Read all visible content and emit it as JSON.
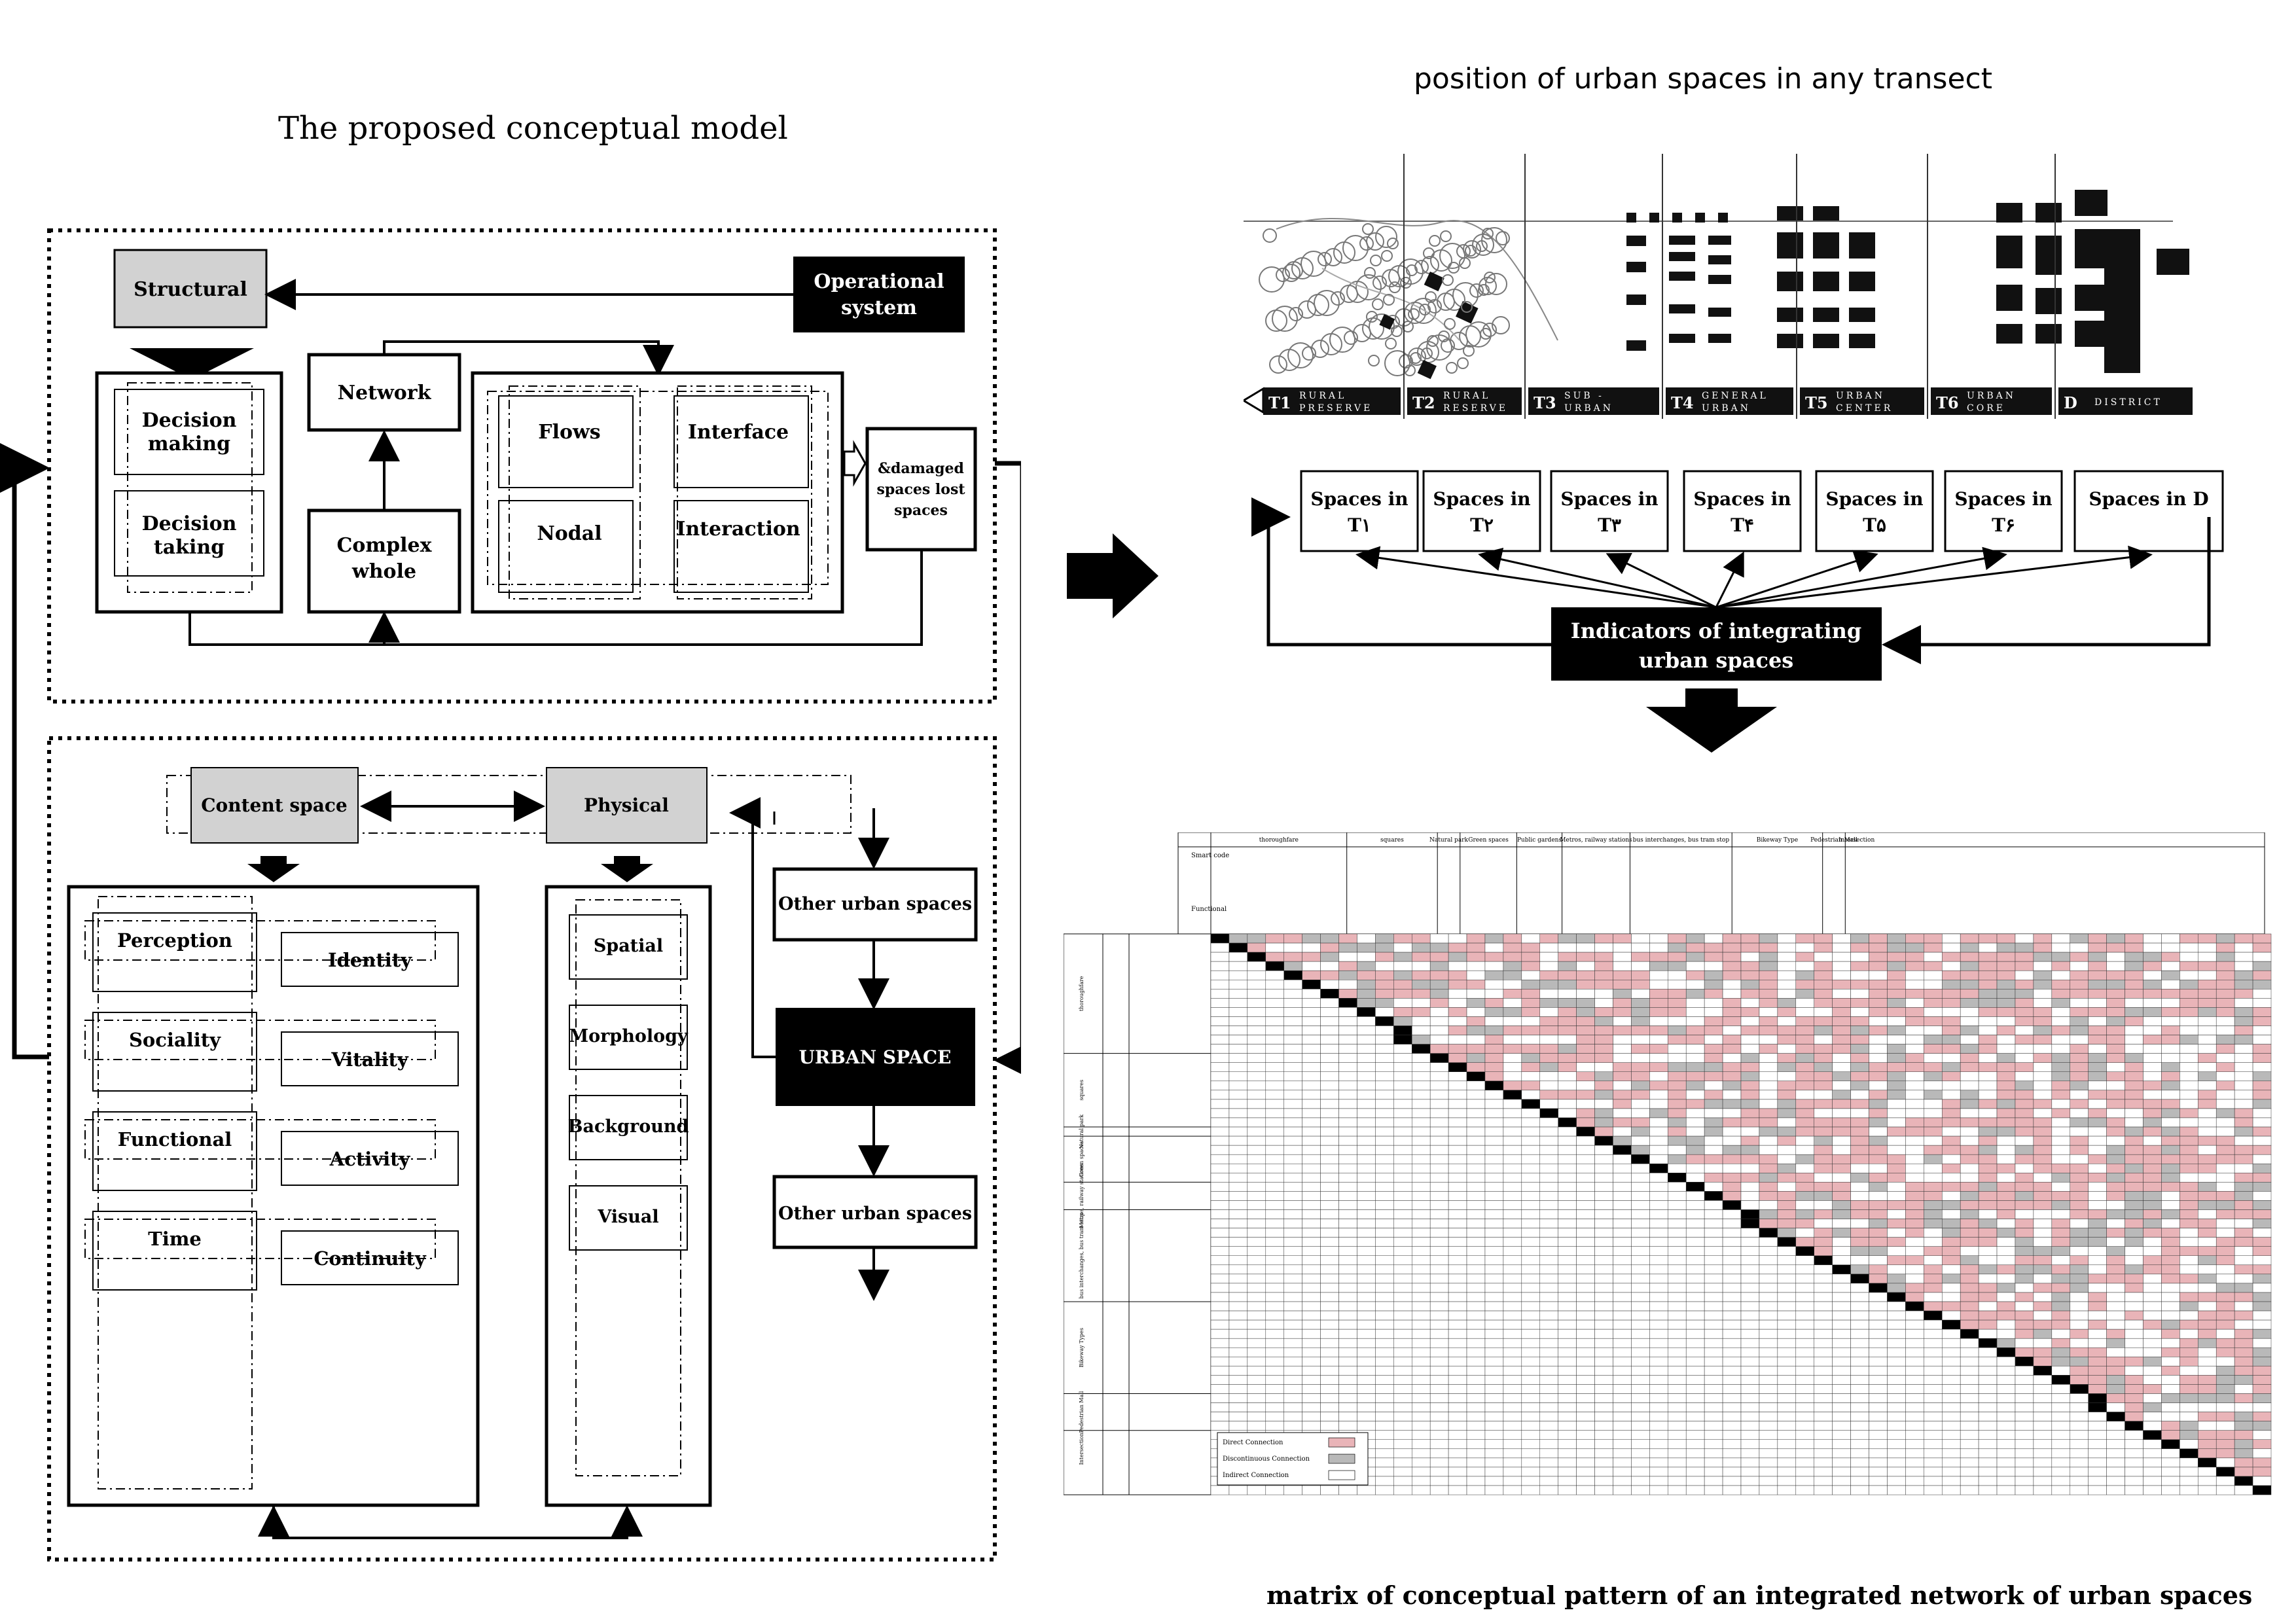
{
  "left": {
    "title": "The proposed conceptual model",
    "top": {
      "structural": "Structural",
      "operational": [
        "Operational",
        "system"
      ],
      "decision_making": [
        "Decision",
        "making"
      ],
      "decision_taking": [
        "Decision",
        "taking"
      ],
      "network": "Network",
      "complex_whole": [
        "Complex",
        "whole"
      ],
      "flows": "Flows",
      "interface": "Interface",
      "nodal": "Nodal",
      "interaction": "Interaction",
      "lost_spaces": [
        "&damaged",
        "spaces lost",
        "spaces"
      ]
    },
    "bottom": {
      "content_space": "Content space",
      "physical": "Physical",
      "content_items": [
        {
          "left": "Perception",
          "right": "Identity"
        },
        {
          "left": "Sociality",
          "right": "Vitality"
        },
        {
          "left": "Functional",
          "right": "Activity"
        },
        {
          "left": "Time",
          "right": "Continuity"
        }
      ],
      "physical_items": [
        "Spatial",
        "Morphology",
        "Background",
        "Visual"
      ],
      "other_urban_top": "Other urban spaces",
      "urban_space": "URBAN SPACE",
      "other_urban_bottom": "Other urban spaces"
    }
  },
  "right": {
    "title": "position of urban spaces in any transect",
    "transect_labels": [
      {
        "code": "T1",
        "l1": "RURAL",
        "l2": "PRESERVE"
      },
      {
        "code": "T2",
        "l1": "RURAL",
        "l2": "RESERVE"
      },
      {
        "code": "T3",
        "l1": "SUB -",
        "l2": "URBAN"
      },
      {
        "code": "T4",
        "l1": "GENERAL",
        "l2": "URBAN"
      },
      {
        "code": "T5",
        "l1": "URBAN",
        "l2": "CENTER"
      },
      {
        "code": "T6",
        "l1": "URBAN",
        "l2": "CORE"
      },
      {
        "code": "D",
        "l1": "DISTRICT",
        "l2": ""
      }
    ],
    "spaces": [
      [
        "Spaces in",
        "T١"
      ],
      [
        "Spaces in",
        "T۲"
      ],
      [
        "Spaces in",
        "T۳"
      ],
      [
        "Spaces in",
        "T۴"
      ],
      [
        "Spaces in",
        "T۵"
      ],
      [
        "Spaces in",
        "T۶"
      ],
      [
        "Spaces in D",
        ""
      ]
    ],
    "indicators": [
      "Indicators of integrating",
      "urban spaces"
    ],
    "matrix": {
      "caption": "matrix of conceptual pattern of an integrated network of urban spaces",
      "header_groups": [
        "thoroughfare",
        "squares",
        "Natural park",
        "Green spaces",
        "Public gardens",
        "Metros, railway stations",
        "bus interchanges, bus tram stop",
        "Bikeway Type",
        "Pedestrian Mall",
        "Intersection"
      ],
      "smart_code_label": "Smart code",
      "functional_label": "Functional",
      "legend": [
        "Direct Connection",
        "Discontinuous Connection",
        "Indirect Connection"
      ],
      "colors": {
        "direct": "#e9b4b8",
        "discontinuous": "#b9b9b9",
        "indirect": "#ffffff",
        "diagonal": "#000000"
      },
      "row_groups": [
        "thoroughfare",
        "squares",
        "Natural park",
        "Green spaces",
        "Metros, railway stations",
        "bus interchanges, bus tram stop",
        "Bikeway Types",
        "Pedestrian Mall",
        "Intersection"
      ]
    }
  }
}
